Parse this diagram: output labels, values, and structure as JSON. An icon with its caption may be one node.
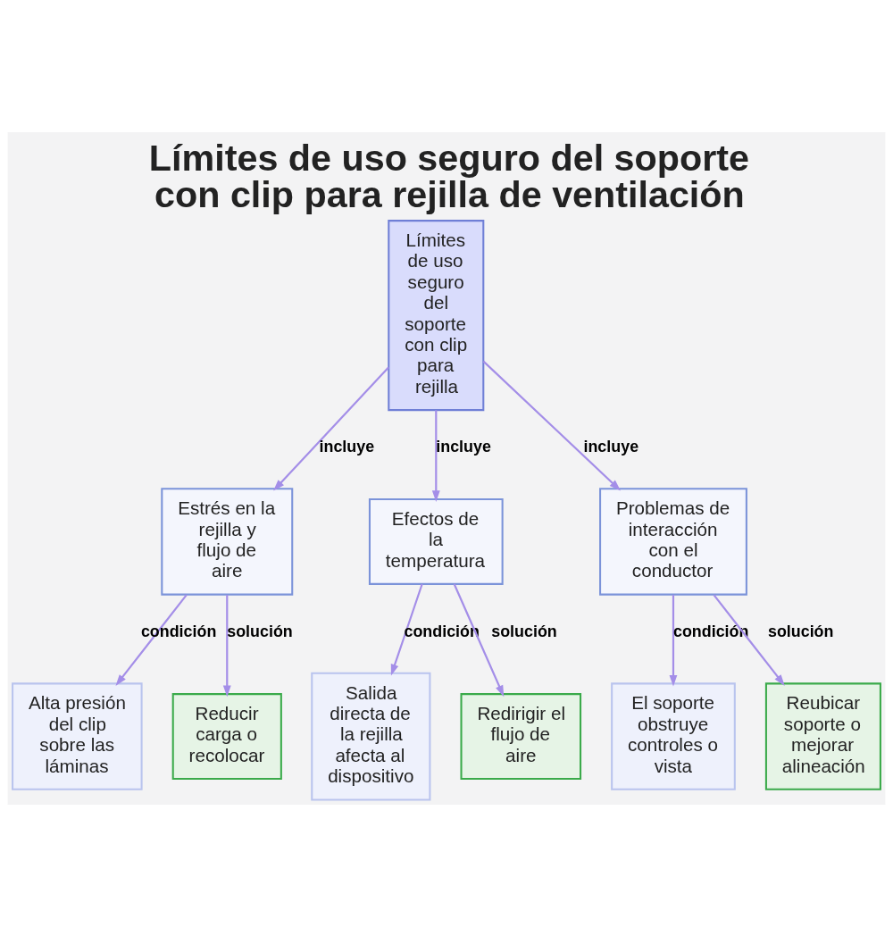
{
  "diagram": {
    "title": "Límites de uso seguro del soporte con clip para rejilla de ventilación",
    "nodes": [
      {
        "text": [
          "Límites de uso seguro del soporte con clip para rejilla"
        ]
      },
      {
        "text": [
          "Estrés en la rejilla y flujo de aire"
        ]
      },
      {
        "text": [
          "Efectos de la temperatura"
        ]
      },
      {
        "text": [
          "Problemas de interacción con el conductor"
        ]
      },
      {
        "text": [
          "Alta presión del clip sobre las láminas"
        ]
      },
      {
        "text": [
          "Reducir carga o recolocar"
        ]
      },
      {
        "text": [
          "Salida directa de la rejilla afecta al dispositivo"
        ]
      },
      {
        "text": [
          "Redirigir el flujo de aire"
        ]
      },
      {
        "text": [
          "El soporte obstruye controles o vista"
        ]
      },
      {
        "text": [
          "Reubicar soporte o mejorar alineación"
        ]
      }
    ],
    "edges": [
      {
        "from": 0,
        "to": 1,
        "arrow": "to",
        "label": "incluye"
      },
      {
        "from": 0,
        "to": 2,
        "arrow": "to",
        "label": "incluye"
      },
      {
        "from": 0,
        "to": 3,
        "arrow": "to",
        "label": "incluye"
      },
      {
        "from": 1,
        "to": 4,
        "arrow": "to",
        "label": "condición"
      },
      {
        "from": 1,
        "to": 5,
        "arrow": "to",
        "label": "solución"
      },
      {
        "from": 2,
        "to": 6,
        "arrow": "to",
        "label": "condición"
      },
      {
        "from": 2,
        "to": 7,
        "arrow": "to",
        "label": "solución"
      },
      {
        "from": 3,
        "to": 8,
        "arrow": "to",
        "label": "condición"
      },
      {
        "from": 3,
        "to": 9,
        "arrow": "to",
        "label": "solución"
      }
    ]
  }
}
